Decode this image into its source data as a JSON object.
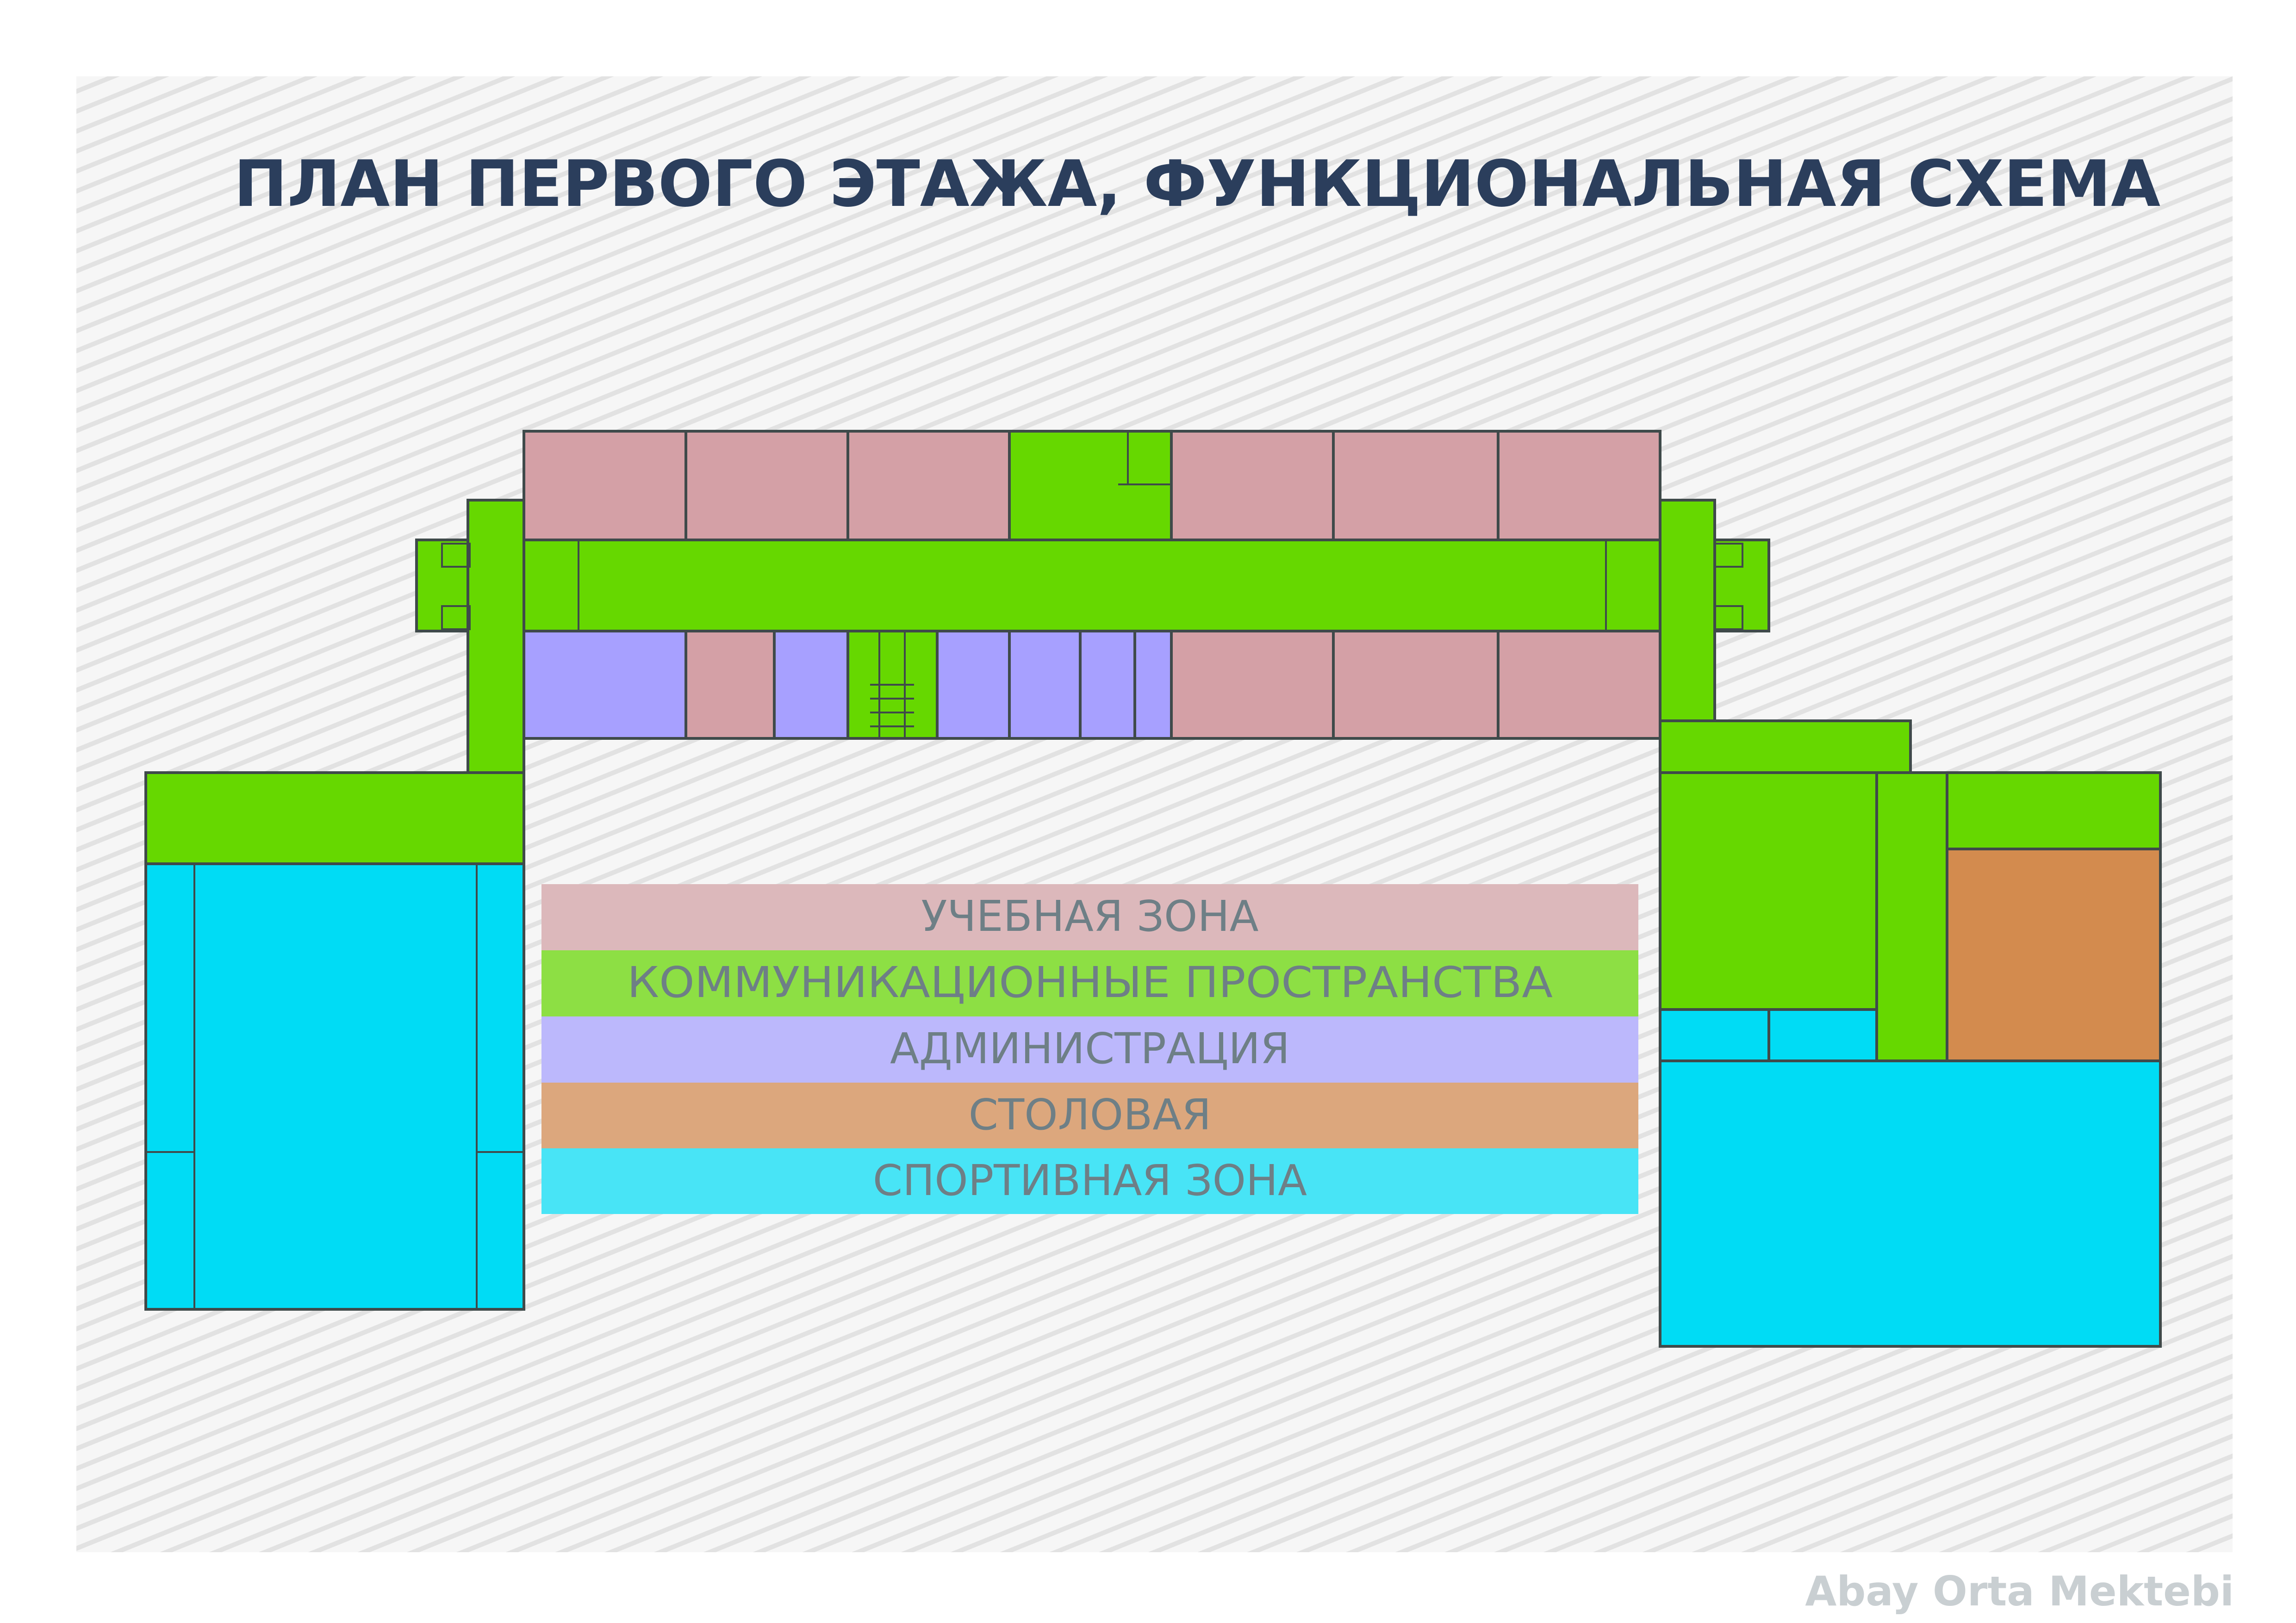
{
  "title": "ПЛАН ПЕРВОГО ЭТАЖА, ФУНКЦИОНАЛЬНАЯ СХЕМА",
  "watermark": "Abay Orta Mektebi",
  "colors": {
    "education": "#d4a0a6",
    "communication": "#66d800",
    "administration": "#a7a0ff",
    "canteen": "#d38b4e",
    "sport": "#00dcf5",
    "wall": "#3f4a4a",
    "title": "#2b3e5c"
  },
  "legend": [
    {
      "label": "УЧЕБНАЯ ЗОНА",
      "color": "#dcb8bb"
    },
    {
      "label": "КОММУНИКАЦИОННЫЕ ПРОСТРАНСТВА",
      "color": "#8ddf44"
    },
    {
      "label": "АДМИНИСТРАЦИЯ",
      "color": "#bcb8fc"
    },
    {
      "label": "СТОЛОВАЯ",
      "color": "#dca77d"
    },
    {
      "label": "СПОРТИВНАЯ ЗОНА",
      "color": "#48e4f6"
    }
  ]
}
